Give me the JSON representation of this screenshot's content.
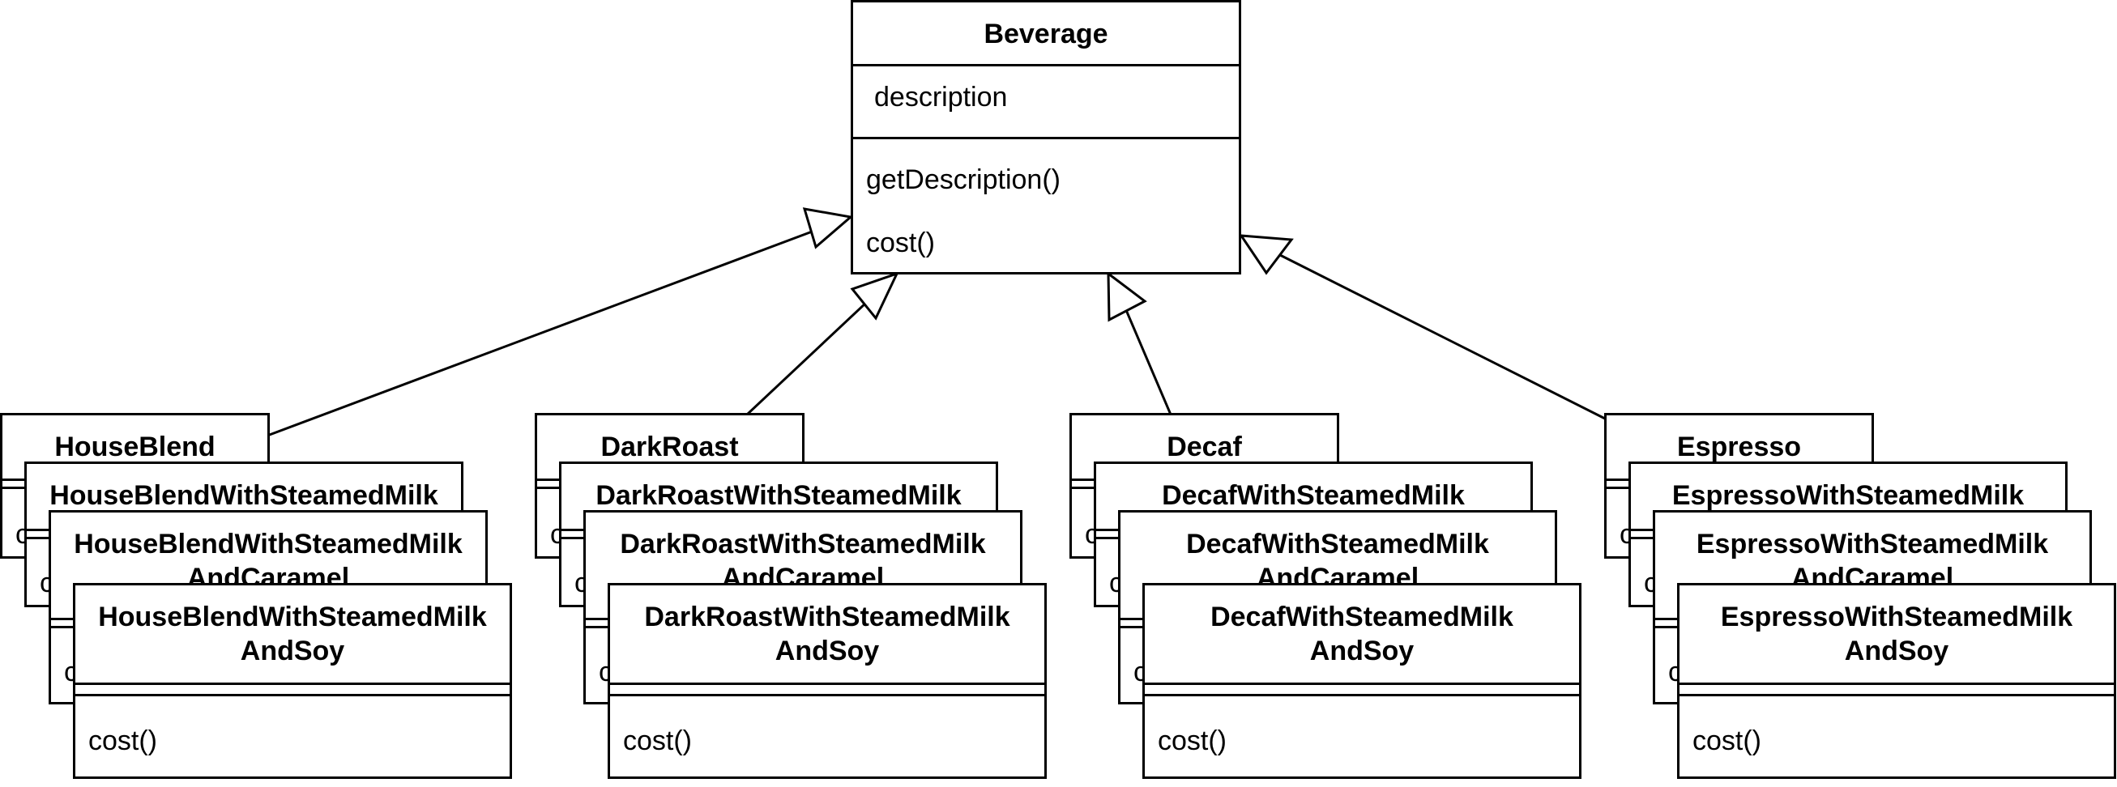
{
  "base": {
    "name": "Beverage",
    "attribute": "description",
    "methods": [
      "getDescription()",
      "cost()"
    ]
  },
  "families": [
    {
      "base": "HouseBlend",
      "variants": [
        "HouseBlendWithSteamedMilk",
        "HouseBlendWithSteamedMilk\nAndCaramel",
        "HouseBlendWithSteamedMilk\nAndSoy"
      ],
      "method": "cost()"
    },
    {
      "base": "DarkRoast",
      "variants": [
        "DarkRoastWithSteamedMilk",
        "DarkRoastWithSteamedMilk\nAndCaramel",
        "DarkRoastWithSteamedMilk\nAndSoy"
      ],
      "method": "cost()"
    },
    {
      "base": "Decaf",
      "variants": [
        "DecafWithSteamedMilk",
        "DecafWithSteamedMilk\nAndCaramel",
        "DecafWithSteamedMilk\nAndSoy"
      ],
      "method": "cost()"
    },
    {
      "base": "Espresso",
      "variants": [
        "EspressoWithSteamedMilk",
        "EspressoWithSteamedMilk\nAndCaramel",
        "EspressoWithSteamedMilk\nAndSoy"
      ],
      "method": "cost()"
    }
  ]
}
